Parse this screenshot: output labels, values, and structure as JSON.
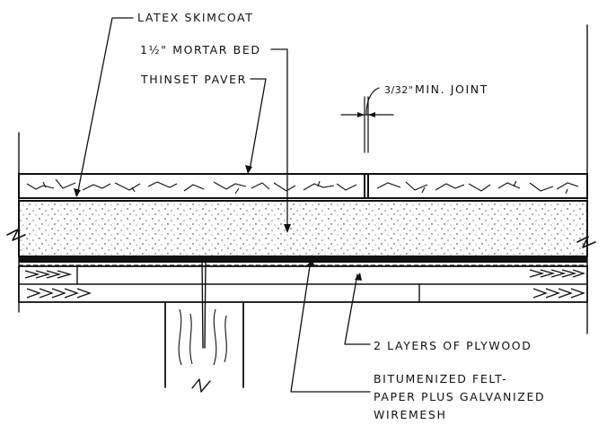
{
  "labels": {
    "latex_skimcoat": "LATEX SKIMCOAT",
    "mortar_bed": "1½\" MORTAR BED",
    "thinset_paver": "THINSET PAVER",
    "joint_fraction": "3/32\"",
    "joint_text": "MIN. JOINT",
    "plywood": "2 LAYERS OF PLYWOOD",
    "felt_line1": "BITUMENIZED FELT-",
    "felt_line2": "PAPER PLUS GALVANIZED",
    "felt_line3": "WIREMESH"
  },
  "colors": {
    "ink": "#111111",
    "paper": "#ffffff"
  }
}
